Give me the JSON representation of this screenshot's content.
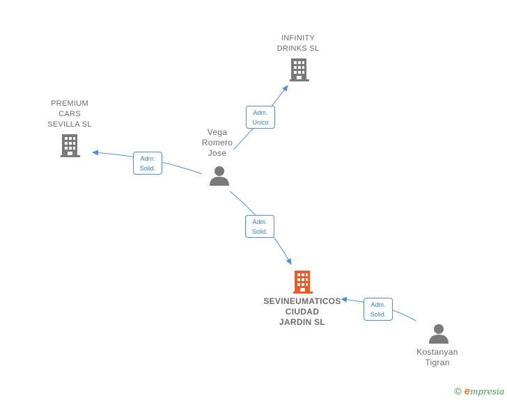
{
  "nodes": {
    "infinity": {
      "name": "INFINITY\nDRINKS SL"
    },
    "premium": {
      "name": "PREMIUM\nCARS\nSEVILLA SL"
    },
    "vega": {
      "name": "Vega\nRomero\nJose"
    },
    "sevi": {
      "name": "SEVINEUMATICOS\nCIUDAD\nJARDIN SL"
    },
    "kostanyan": {
      "name": "Kostanyan\nTigran"
    }
  },
  "edges": [
    {
      "label": "Adm.\nUnico"
    },
    {
      "label": "Adm.\nSolid."
    },
    {
      "label": "Adm.\nSolid."
    },
    {
      "label": "Adm.\nSolid."
    }
  ],
  "colors": {
    "company": "#7a7a7a",
    "main_company": "#f05a28",
    "person": "#7a7a7a",
    "edge": "#4a90d9"
  },
  "footer": {
    "copyright": "©",
    "brand_initial": "e",
    "brand_rest": "mpresia"
  }
}
